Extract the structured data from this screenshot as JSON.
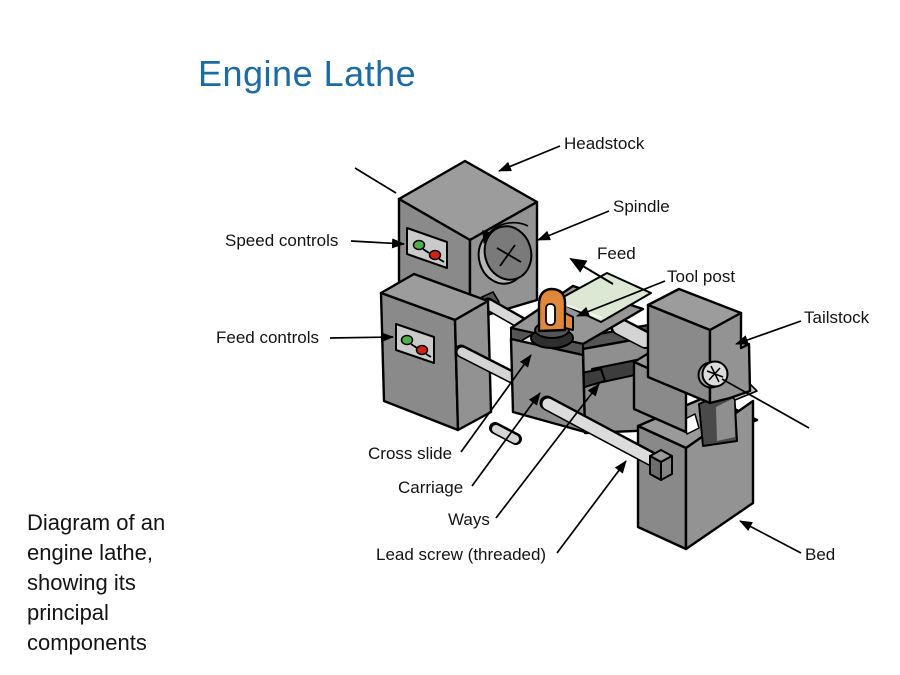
{
  "slide": {
    "title": "Engine Lathe",
    "caption": "Diagram of an engine lathe, showing its principal components"
  },
  "diagram_labels": {
    "headstock": "Headstock",
    "spindle": "Spindle",
    "feed": "Feed",
    "tool_post": "Tool post",
    "tailstock": "Tailstock",
    "speed_controls": "Speed controls",
    "feed_controls": "Feed controls",
    "cross_slide": "Cross slide",
    "carriage": "Carriage",
    "ways": "Ways",
    "lead_screw": "Lead screw (threaded)",
    "bed": "Bed"
  },
  "colors": {
    "title_blue": "#1a6ca6",
    "machine_gray": "#8f8f8f",
    "machine_gray_light": "#9c9c9c",
    "machine_band_dark": "#555555",
    "groove_dark": "#3d3d3d",
    "rail_light": "#d8d8d8",
    "panel_gray": "#cacaca",
    "cross_slide_green": "#dce8d4",
    "tool_post_orange": "#e0873b",
    "indicator_green": "#4db048",
    "indicator_red": "#cf2318",
    "outline_black": "#000000",
    "label_black": "#141414"
  }
}
